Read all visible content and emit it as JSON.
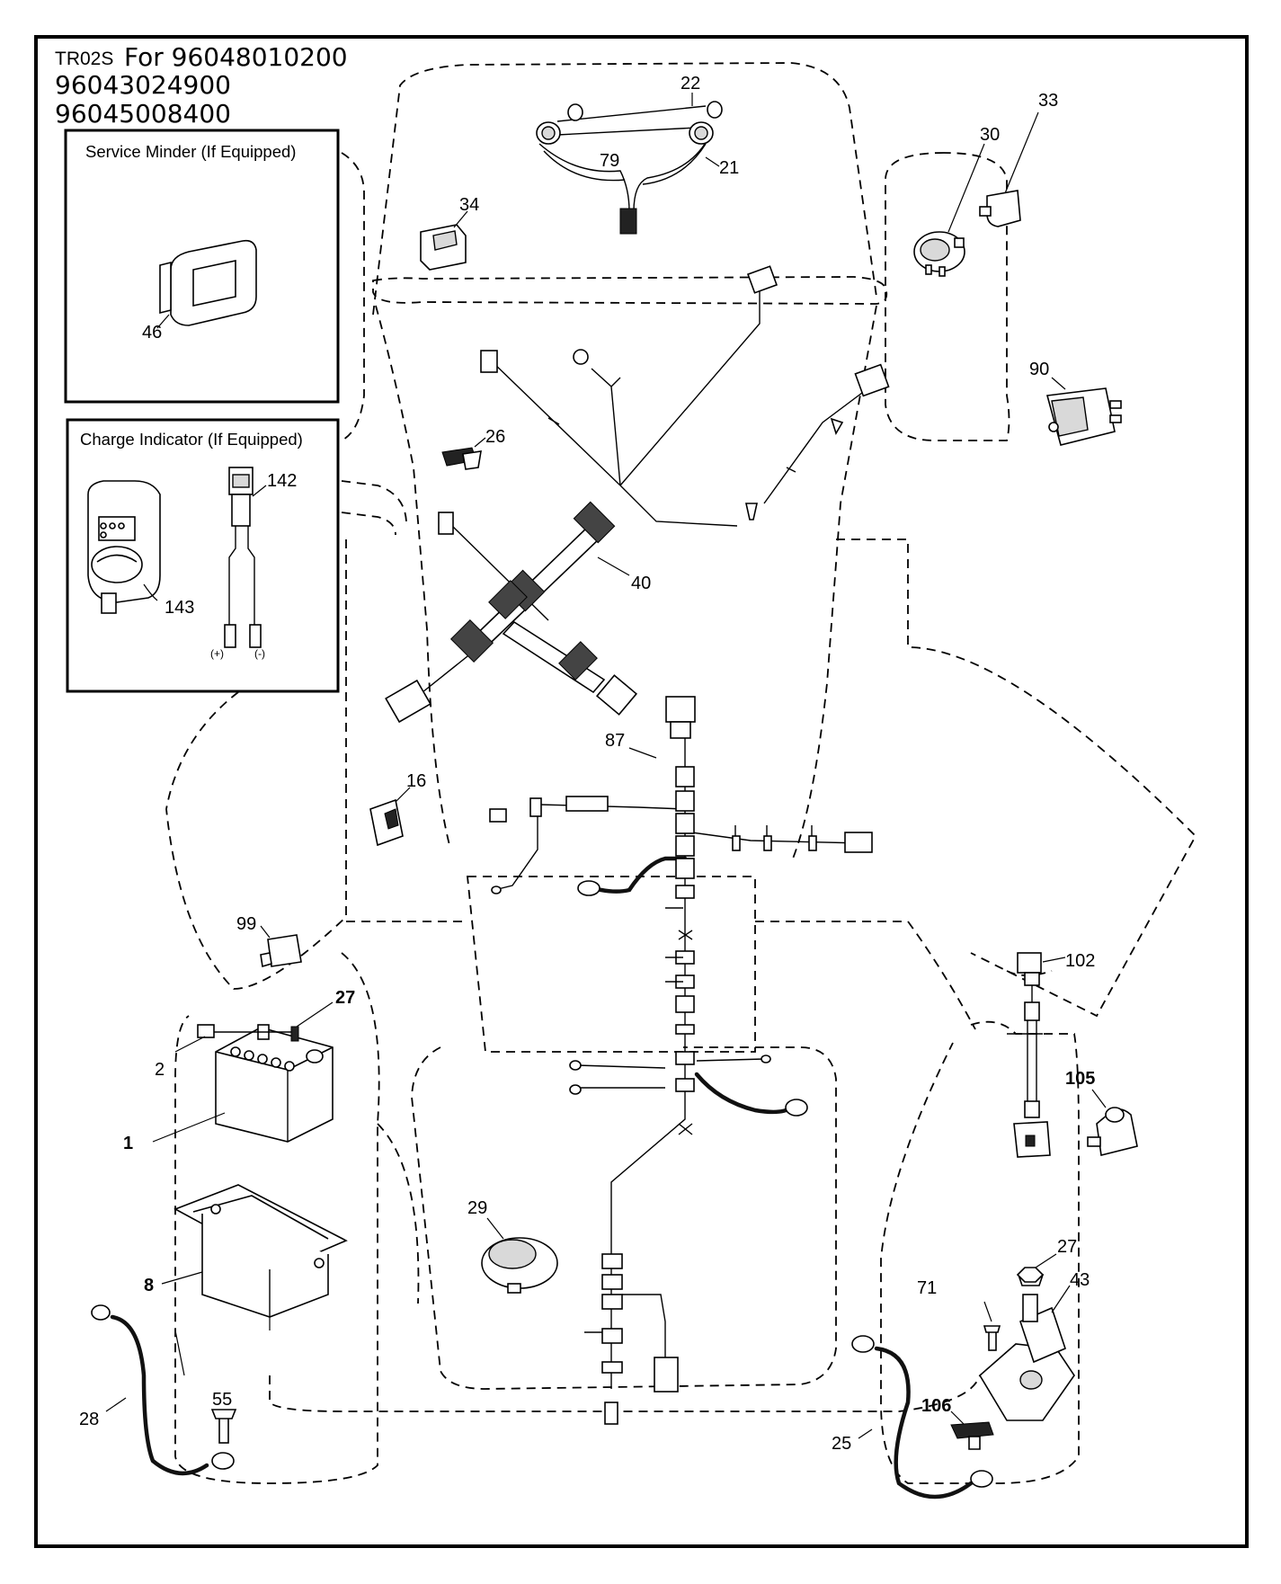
{
  "header": {
    "code": "TR02S",
    "for_label": "For 96048010200",
    "models": [
      "96043024900",
      "96045008400"
    ]
  },
  "inset_boxes": {
    "service_minder": {
      "title": "Service Minder (If Equipped)"
    },
    "charge_indicator": {
      "title": "Charge Indicator (If Equipped)",
      "plus": "(+)",
      "minus": "(-)"
    }
  },
  "parts": [
    {
      "ref": "1",
      "bold": true
    },
    {
      "ref": "2",
      "bold": false
    },
    {
      "ref": "8",
      "bold": true
    },
    {
      "ref": "16",
      "bold": false
    },
    {
      "ref": "21",
      "bold": false
    },
    {
      "ref": "22",
      "bold": false
    },
    {
      "ref": "25",
      "bold": false
    },
    {
      "ref": "26",
      "bold": false
    },
    {
      "ref": "27",
      "bold": true
    },
    {
      "ref": "27",
      "bold": false
    },
    {
      "ref": "28",
      "bold": false
    },
    {
      "ref": "29",
      "bold": false
    },
    {
      "ref": "30",
      "bold": false
    },
    {
      "ref": "33",
      "bold": false
    },
    {
      "ref": "34",
      "bold": false
    },
    {
      "ref": "40",
      "bold": false
    },
    {
      "ref": "43",
      "bold": false
    },
    {
      "ref": "46",
      "bold": false
    },
    {
      "ref": "55",
      "bold": false
    },
    {
      "ref": "71",
      "bold": false
    },
    {
      "ref": "79",
      "bold": false
    },
    {
      "ref": "87",
      "bold": false
    },
    {
      "ref": "90",
      "bold": false
    },
    {
      "ref": "99",
      "bold": false
    },
    {
      "ref": "102",
      "bold": false
    },
    {
      "ref": "105",
      "bold": true
    },
    {
      "ref": "106",
      "bold": true
    },
    {
      "ref": "142",
      "bold": false
    },
    {
      "ref": "143",
      "bold": false
    }
  ]
}
